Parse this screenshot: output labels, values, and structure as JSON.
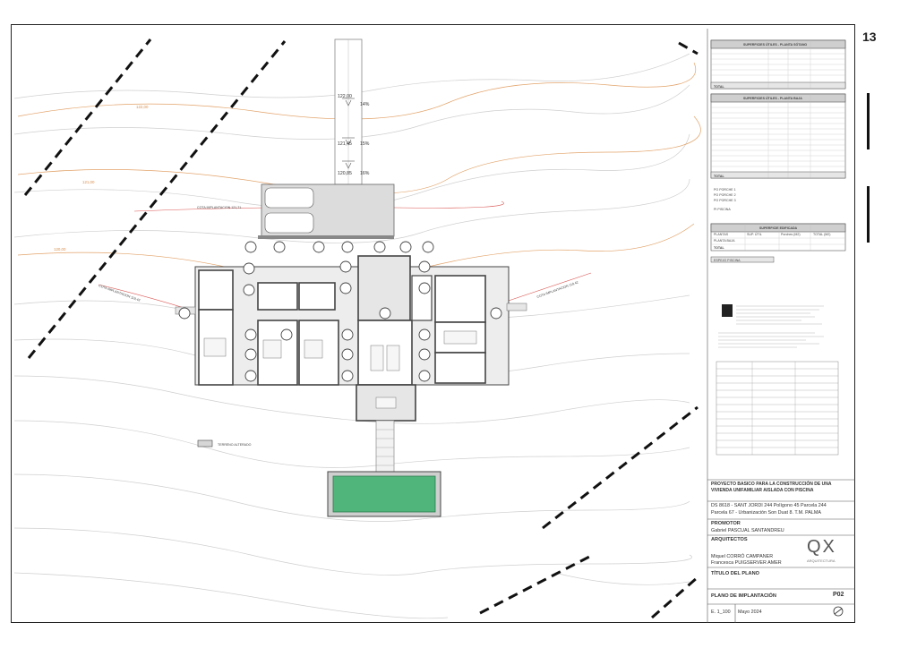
{
  "page": {
    "number": "13"
  },
  "plan": {
    "levels": [
      "122,00",
      "121,45",
      "120,85"
    ],
    "slopes": [
      "14%",
      "15%",
      "16%"
    ],
    "cota_top": "COTA IMPLANTACION 121,71",
    "cota_left": "COTA IMPLANTACION 119,42",
    "cota_right": "COTA IMPLANTACION 119,42",
    "contours": [
      "122,00",
      "121,00",
      "120,00"
    ],
    "legend_label": "TERRENO ALTERADO"
  },
  "tables": {
    "t1_title": "SUPERFICIES ÚTILES - PLANTA SÓTANO",
    "t2_title": "SUPERFICIES ÚTILES - PLANTA BAJA",
    "t3_title": "SUPERFICIE EDIFICADA",
    "t1_total": "TOTAL",
    "t2_total": "TOTAL",
    "porches": [
      "PO PORCHE 1",
      "PO PORCHE 2",
      "PO PORCHE 3"
    ],
    "piscina": "PI PISCINA",
    "t3_cols": [
      "PLANTAS",
      "SUP. ÚTIL",
      "Porches (M2)",
      "TOTAL (M2)"
    ],
    "t3_rows": [
      "PLANTA BAJA",
      "TOTAL"
    ],
    "espejo": "ESPEJO PISCINA"
  },
  "title_block": {
    "project": "PROYECTO BASICO PARA LA CONSTRUCCIÓN DE UNA VIVIENDA UNIFAMILIAR AISLADA CON PISCINA",
    "site_1": "DS 8618 - SANT JORDI 244 Polígono 45 Parcela 244",
    "site_2": "Parcela 67 - Urbanización Son Duat 8. T.M. PALMA",
    "promotor_label": "PROMOTOR",
    "promotor": "Gabriel PASCUAL SANTANDREU",
    "arquitectos_label": "ARQUITECTOS",
    "arq_1": "Miquel CORRÓ CAMPANER",
    "arq_2": "Francesca PUIGSERVER AMER",
    "logo": "QX",
    "logo_sub": "ARQUITECTURA",
    "titulo_label": "TÍTULO DEL PLANO",
    "plano": "PLANO DE IMPLANTACIÓN",
    "code": "P02",
    "scale": "E. 1_100",
    "date": "Mayo 2024"
  }
}
